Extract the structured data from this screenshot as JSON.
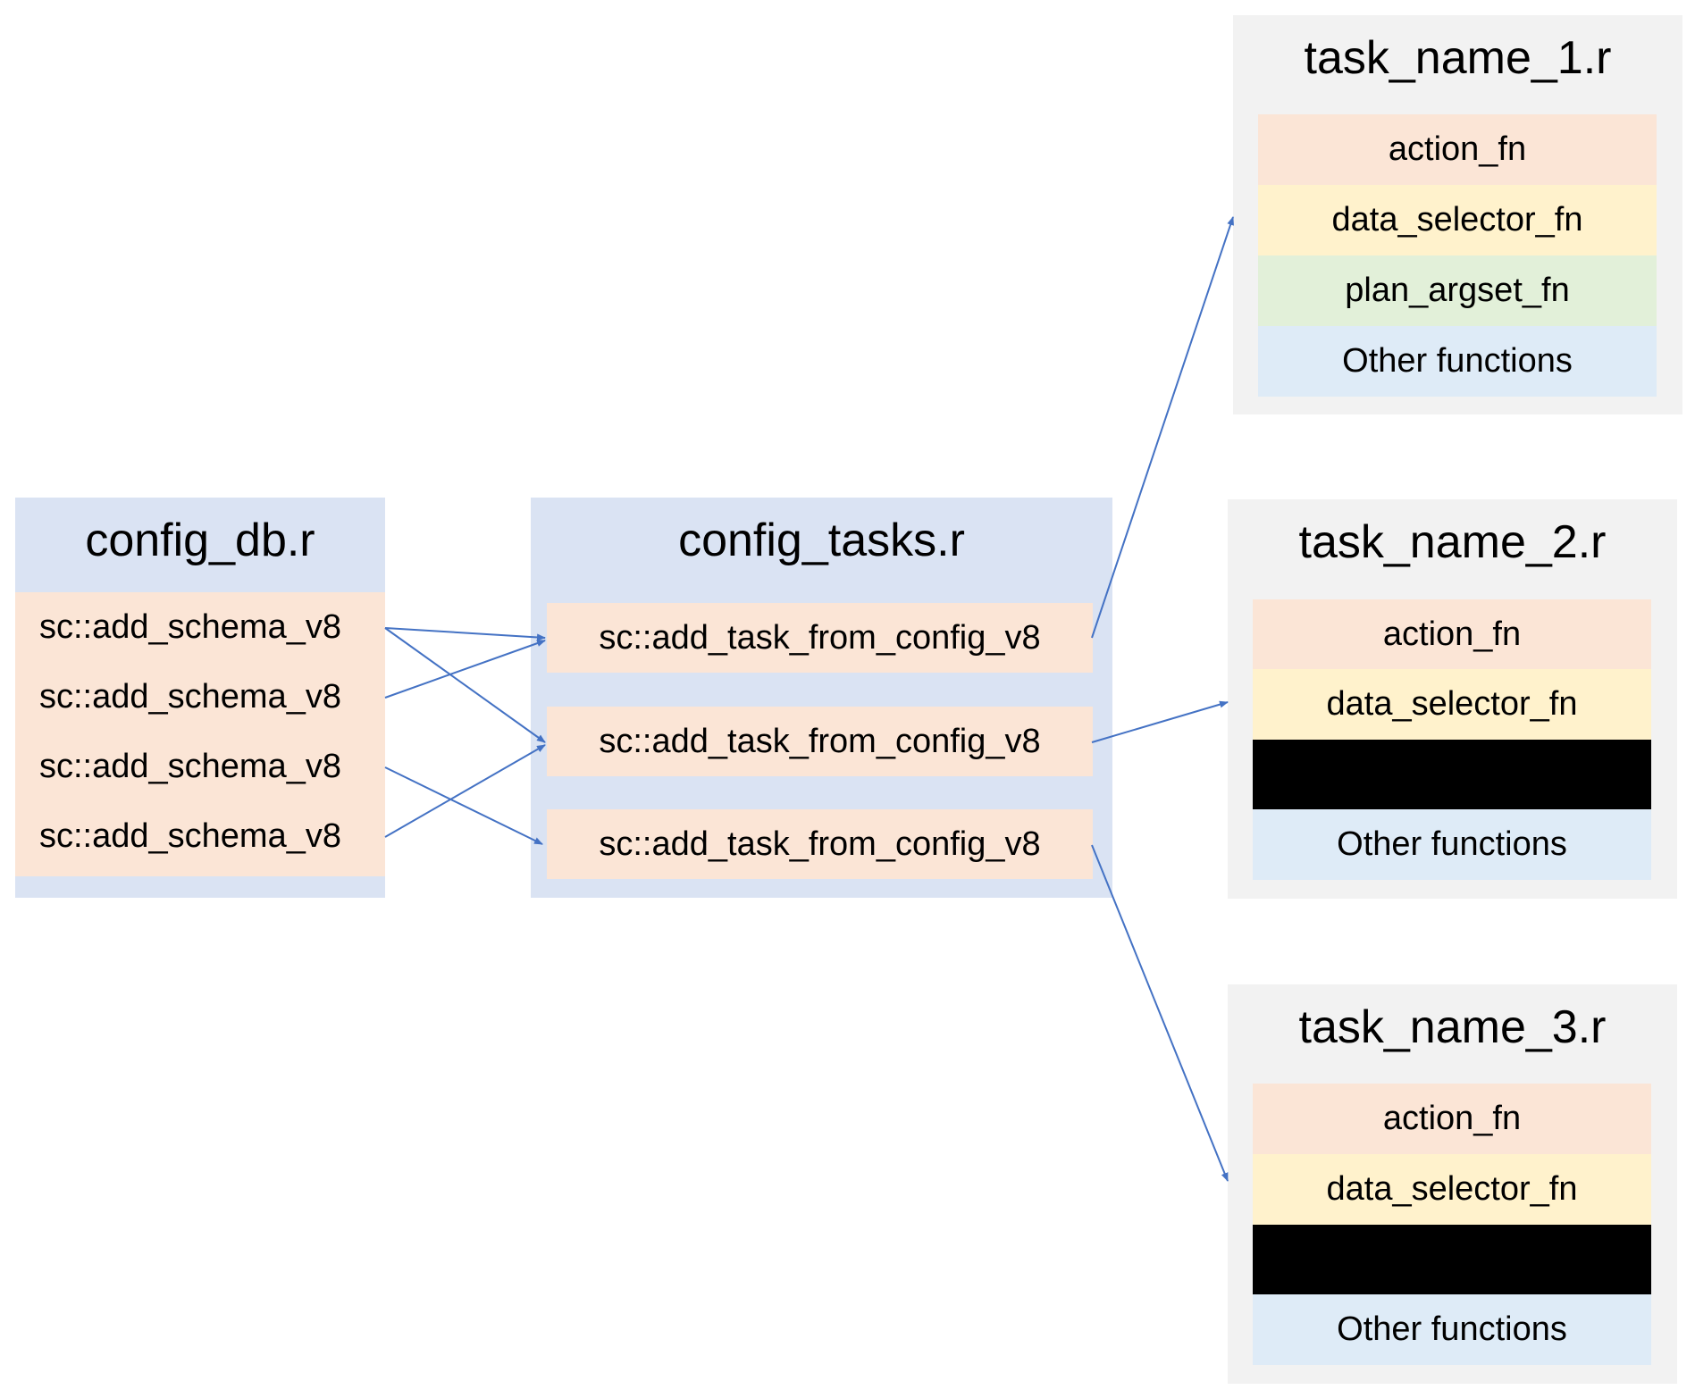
{
  "colors": {
    "blue_container": "#dae3f3",
    "grey_container": "#f2f2f2",
    "peach": "#fbe5d6",
    "yellow": "#fff2cc",
    "green": "#e2f0d9",
    "light_blue": "#deebf7",
    "black": "#000000",
    "arrow": "#4472c4"
  },
  "config_db": {
    "title": "config_db.r",
    "items": [
      "sc::add_schema_v8",
      "sc::add_schema_v8",
      "sc::add_schema_v8",
      "sc::add_schema_v8"
    ]
  },
  "config_tasks": {
    "title": "config_tasks.r",
    "items": [
      "sc::add_task_from_config_v8",
      "sc::add_task_from_config_v8",
      "sc::add_task_from_config_v8"
    ]
  },
  "task_files": [
    {
      "title": "task_name_1.r",
      "rows": [
        "action_fn",
        "data_selector_fn",
        "plan_argset_fn",
        "Other functions"
      ]
    },
    {
      "title": "task_name_2.r",
      "rows": [
        "action_fn",
        "data_selector_fn",
        "",
        "Other functions"
      ]
    },
    {
      "title": "task_name_3.r",
      "rows": [
        "action_fn",
        "data_selector_fn",
        "",
        "Other functions"
      ]
    }
  ]
}
